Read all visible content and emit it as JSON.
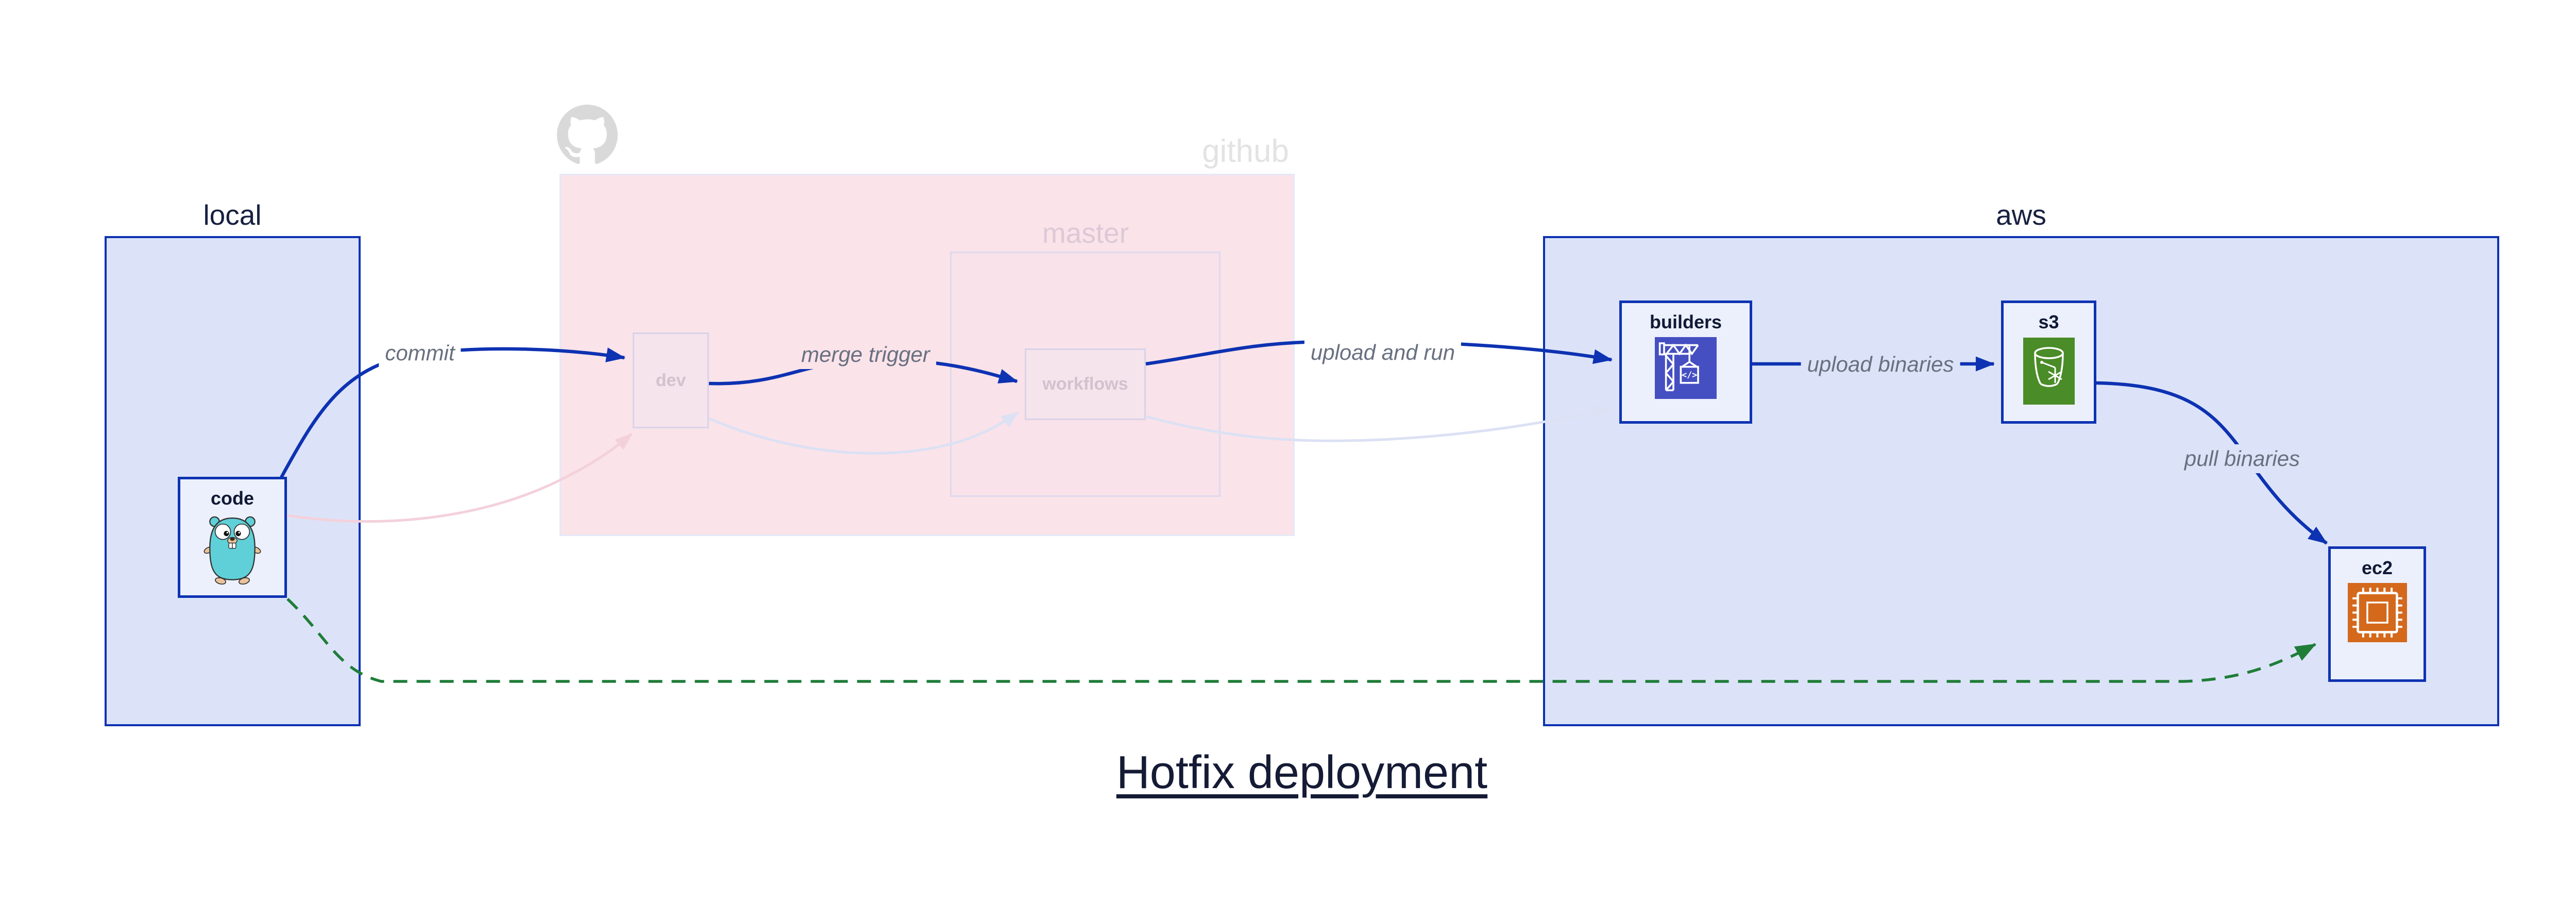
{
  "diagram": {
    "title": "Hotfix deployment"
  },
  "containers": {
    "local": {
      "label": "local"
    },
    "github": {
      "label": "github",
      "logo": "github-octocat-icon"
    },
    "master": {
      "label": "master"
    },
    "aws": {
      "label": "aws"
    }
  },
  "nodes": {
    "code": {
      "label": "code",
      "icon": "go-gopher-icon"
    },
    "dev": {
      "label": "dev"
    },
    "workflows": {
      "label": "workflows"
    },
    "builders": {
      "label": "builders",
      "icon": "aws-codebuild-icon"
    },
    "s3": {
      "label": "s3",
      "icon": "aws-s3-glacier-icon"
    },
    "ec2": {
      "label": "ec2",
      "icon": "aws-ec2-icon"
    }
  },
  "edges": [
    {
      "from": "code",
      "to": "dev",
      "label": "commit",
      "style": "bold-blue"
    },
    {
      "from": "dev",
      "to": "workflows",
      "label": "merge trigger",
      "style": "bold-blue"
    },
    {
      "from": "workflows",
      "to": "builders",
      "label": "upload and run",
      "style": "bold-blue"
    },
    {
      "from": "builders",
      "to": "s3",
      "label": "upload binaries",
      "style": "bold-blue"
    },
    {
      "from": "s3",
      "to": "ec2",
      "label": "pull binaries",
      "style": "bold-blue"
    },
    {
      "from": "code",
      "to": "ec2",
      "label": "",
      "style": "green-dashed"
    },
    {
      "from": "code",
      "to": "dev",
      "label": "",
      "style": "faded-pink"
    },
    {
      "from": "dev",
      "to": "workflows",
      "label": "",
      "style": "faded-lavender"
    },
    {
      "from": "workflows",
      "to": "builders",
      "label": "",
      "style": "faded-lavender"
    }
  ],
  "colors": {
    "primary_blue": "#0d32b2",
    "container_fill": "#dce3f8",
    "node_fill": "#ecf0fc",
    "github_fill": "#fae3e9",
    "github_border": "#e4e9f7",
    "faded_node_border": "#d9d3e9",
    "faded_pink_edge": "#f3d1db",
    "faded_lavender_edge": "#dce1f4",
    "green_edge": "#1f7d38",
    "edge_label_gray": "#687080",
    "dark_text": "#151b35",
    "faded_label_text": "#d2c1ce",
    "github_label_text": "#e3e3e3",
    "master_label_text": "#ddc9d6",
    "octocat_gray": "#d9d9d9",
    "gopher_teal": "#5fd0d8",
    "codebuild_indigo": "#454fc2",
    "s3_green": "#4a8c28",
    "ec2_orange": "#d4691c"
  }
}
